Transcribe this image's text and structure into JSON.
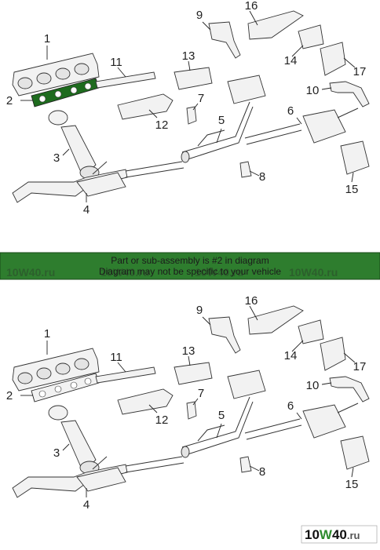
{
  "callouts": [
    "1",
    "2",
    "3",
    "4",
    "5",
    "6",
    "7",
    "8",
    "9",
    "10",
    "11",
    "12",
    "13",
    "14",
    "15",
    "16",
    "17"
  ],
  "banner": {
    "line1": "Part or sub-assembly is #2 in diagram",
    "line2": "Diagram may not be specific to your vehicle",
    "watermark": "10W40.ru",
    "color": "#2e7d2e"
  },
  "highlight_color": "#1e6b1e",
  "logo": {
    "a": "10",
    "w": "W",
    "b": "40",
    "dot": ".ru"
  }
}
